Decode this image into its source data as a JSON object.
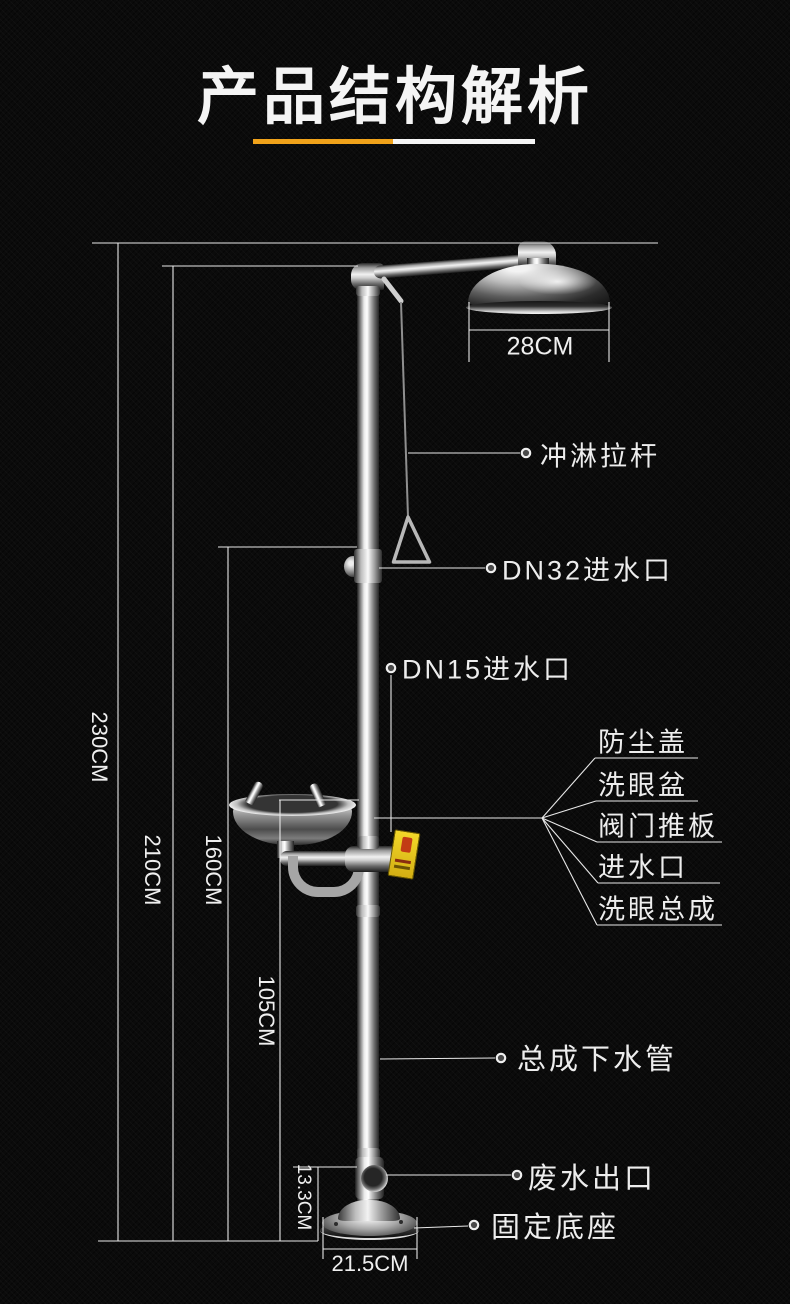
{
  "header": {
    "title": "产品结构解析",
    "accent_color": "#f0a21a",
    "accent_color2": "#f5f5f5"
  },
  "dimensions": {
    "total_height": "230CM",
    "shower_arm_height": "210CM",
    "inlet_height": "160CM",
    "bowl_height": "105CM",
    "outlet_height": "13.3CM",
    "head_diameter": "28CM",
    "base_diameter": "21.5CM"
  },
  "labels": {
    "shower_pull_rod": "冲淋拉杆",
    "dn32_inlet": "DN32进水口",
    "dn15_inlet": "DN15进水口",
    "fan": [
      "防尘盖",
      "洗眼盆",
      "阀门推板",
      "进水口",
      "洗眼总成"
    ],
    "drain_pipe": "总成下水管",
    "waste_outlet": "废水出口",
    "fixed_base": "固定底座"
  },
  "colors": {
    "background": "#0b0b0b",
    "line": "#e8e8e8",
    "text": "#ededed",
    "tag_yellow": "#e9c91e",
    "tag_red": "#c23c14"
  }
}
